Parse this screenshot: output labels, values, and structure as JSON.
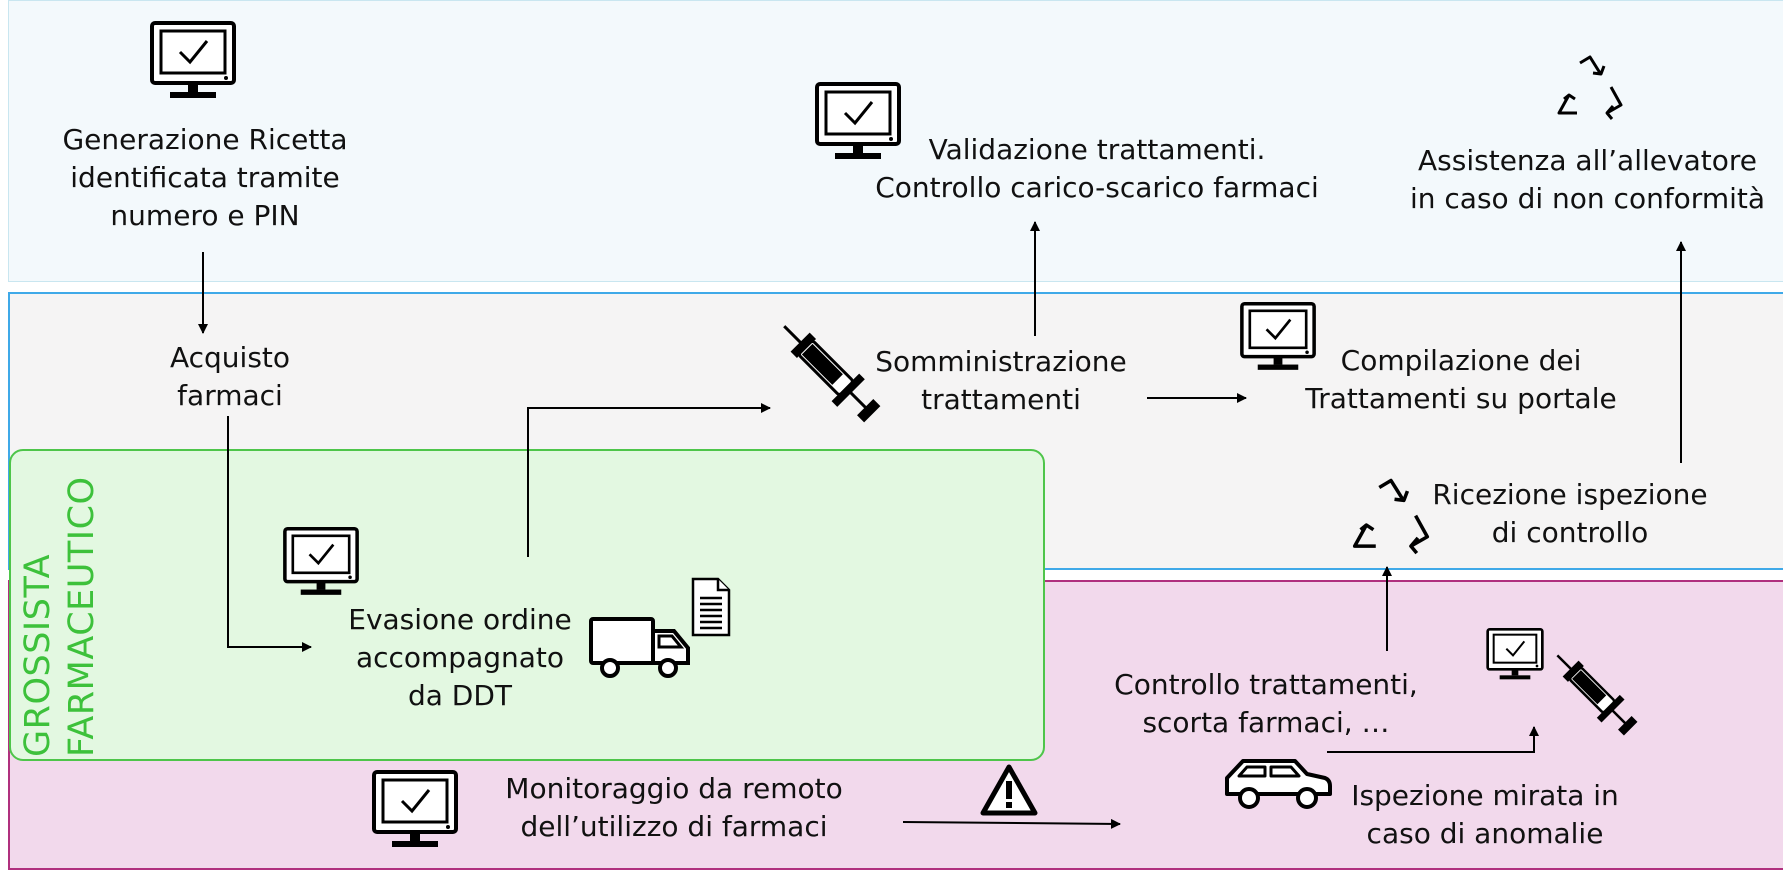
{
  "lanes": {
    "wholesaler": "GROSSISTA\nFARMACEUTICO"
  },
  "steps": {
    "generazione_ricetta": "Generazione Ricetta\nidentificata tramite\nnumero e PIN",
    "acquisto_farmaci": "Acquisto\nfarmaci",
    "evasione_ordine": "Evasione ordine\naccompagnato\nda DDT",
    "somministrazione": "Somministrazione\ntrattamenti",
    "validazione": "Validazione trattamenti.\nControllo carico-scarico farmaci",
    "compilazione": "Compilazione dei\nTrattamenti su portale",
    "assistenza": "Assistenza all’allevatore\nin caso di non conformità",
    "ricezione_ispezione": "Ricezione ispezione\ndi controllo",
    "controllo_trattamenti": "Controllo trattamenti,\nscorta farmaci, …",
    "ispezione_mirata": "Ispezione mirata in\ncaso di anomalie",
    "monitoraggio": "Monitoraggio da remoto\ndell’utilizzo di farmaci"
  },
  "colors": {
    "top_band": "#f3f9fc",
    "middle_band": "#f5f4f4",
    "middle_border": "#3fa9e8",
    "bottom_band": "#f2d9ec",
    "bottom_border": "#b0307e",
    "wholesaler_band": "#e3f8e1",
    "wholesaler_accent": "#3dc13b"
  },
  "icons": [
    "computer-check-icon",
    "syringe-icon",
    "recycle-icon",
    "truck-icon",
    "document-icon",
    "car-icon",
    "warning-icon"
  ]
}
